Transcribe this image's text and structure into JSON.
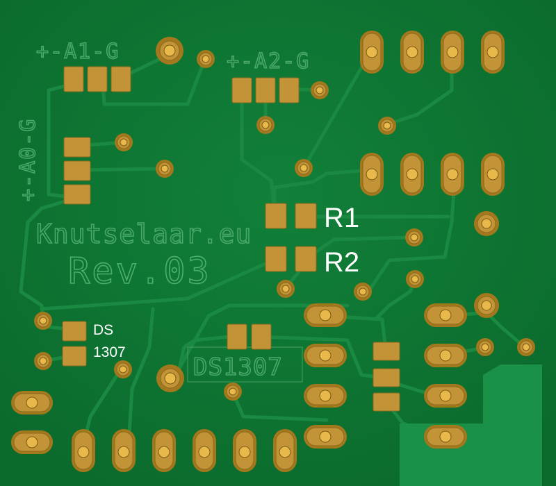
{
  "silkscreen": {
    "header_a1": "+-A1-G",
    "header_a2": "+-A2-G",
    "header_a0": "+-A0-G",
    "brand": "Knutselaar.eu",
    "revision": "Rev.03",
    "chip": "DS1307"
  },
  "annotations": {
    "r1": "R1",
    "r2": "R2",
    "ds_line1": "DS",
    "ds_line2": "1307"
  },
  "colors": {
    "board": "#0f7a34",
    "trace": "#1a8a42",
    "pad": "#c39437",
    "silkscreen": "#4cb06c",
    "label": "#ffffff"
  }
}
